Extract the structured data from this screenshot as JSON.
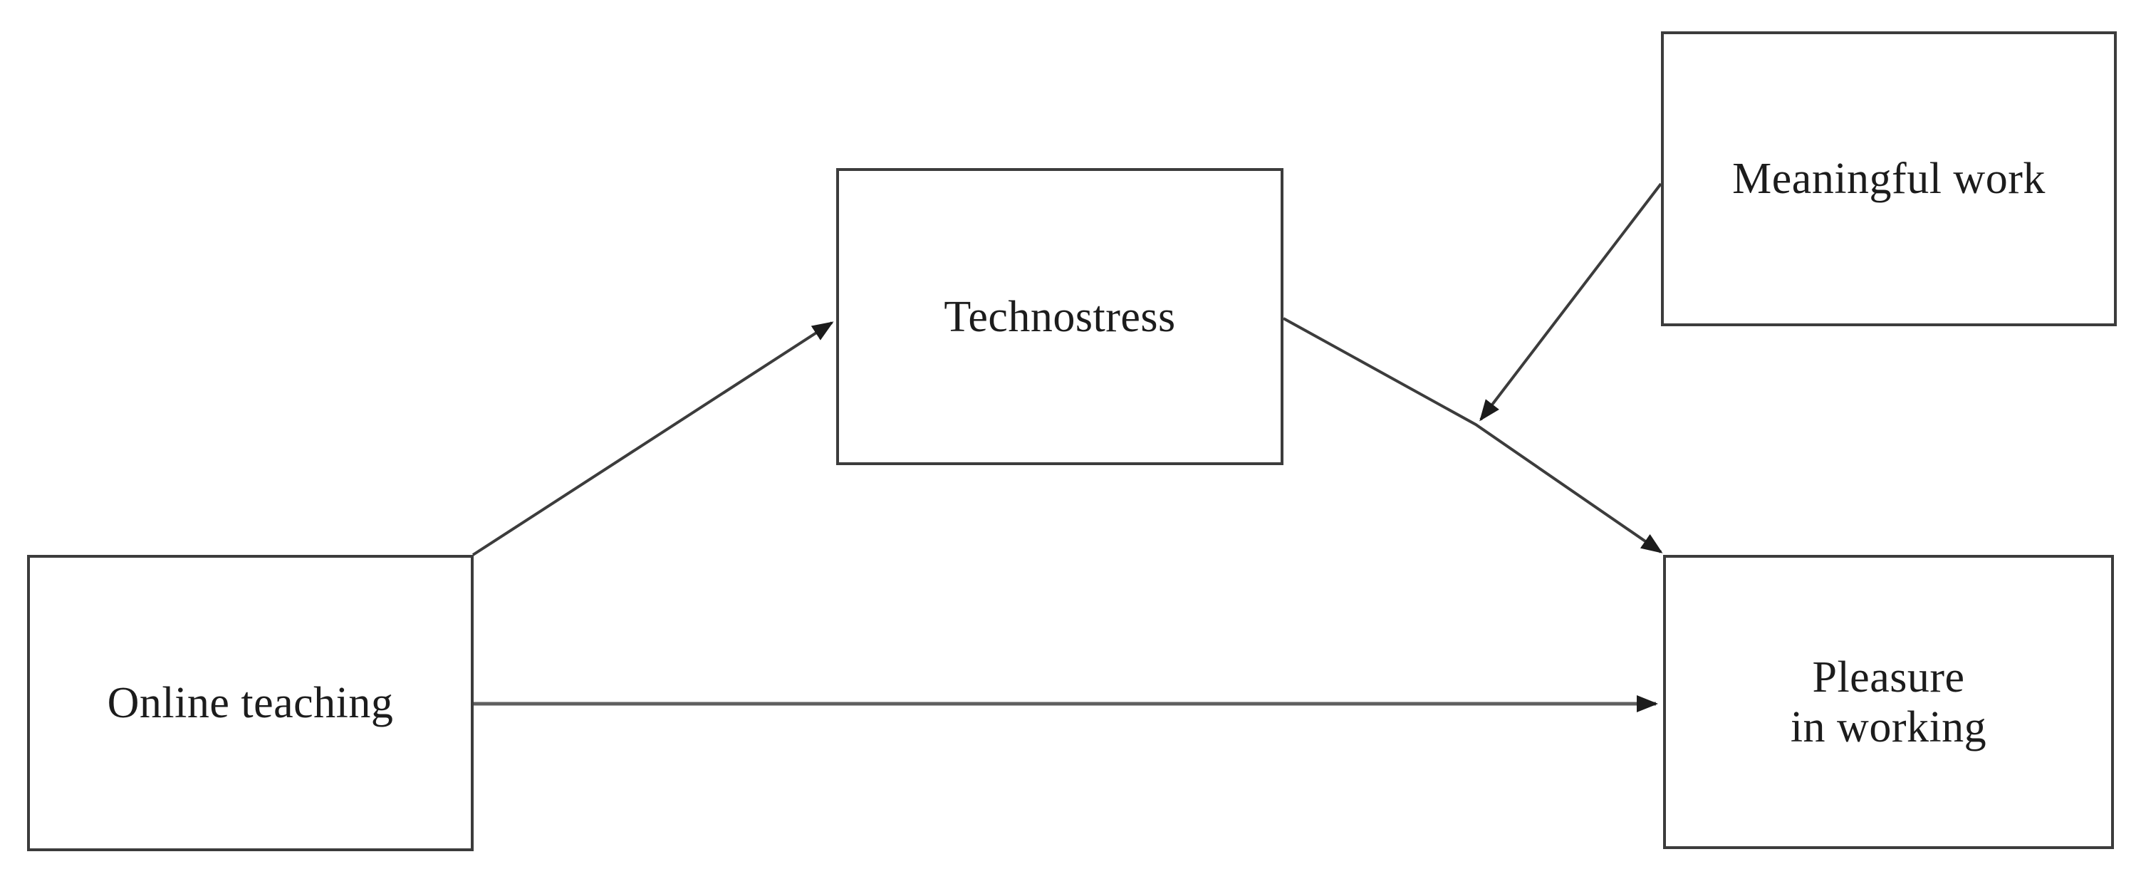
{
  "figure": {
    "type": "path-model-diagram",
    "background": "#ffffff",
    "nodes": [
      {
        "id": "online_teaching",
        "label": "Online teaching"
      },
      {
        "id": "technostress",
        "label": "Technostress"
      },
      {
        "id": "meaningful_work",
        "label": "Meaningful work"
      },
      {
        "id": "pleasure_in_working",
        "label": "Pleasure\nin working"
      }
    ],
    "edges": [
      {
        "from": "online_teaching",
        "to": "technostress",
        "type": "direct"
      },
      {
        "from": "online_teaching",
        "to": "pleasure_in_working",
        "type": "direct"
      },
      {
        "from": "technostress",
        "to": "pleasure_in_working",
        "type": "direct"
      },
      {
        "from": "meaningful_work",
        "to": "technostress->pleasure_in_working path",
        "type": "moderation"
      }
    ],
    "colors": {
      "box_border": "#3c3c3c",
      "diagonal_line": "#3c3c3c",
      "horizontal_line": "#5f5f5f",
      "arrowhead": "#1c1c1c",
      "text": "#1c1c1c"
    }
  }
}
